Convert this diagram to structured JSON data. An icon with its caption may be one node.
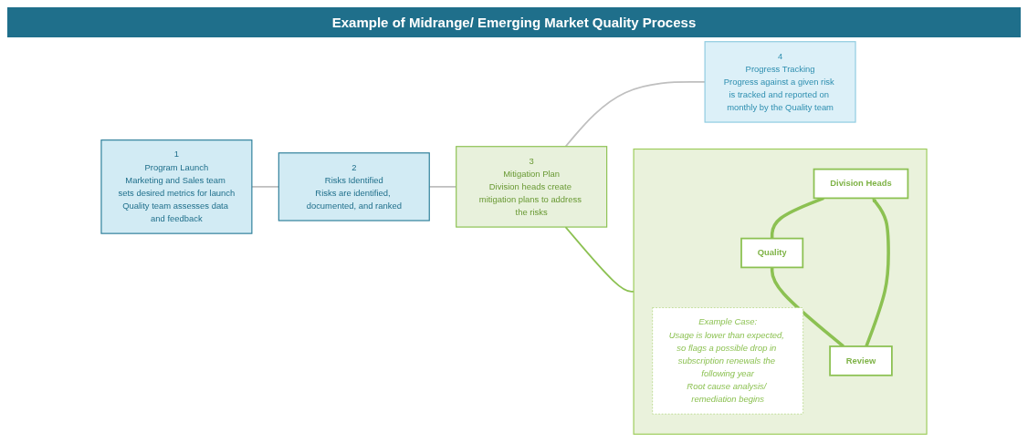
{
  "diagram": {
    "title": "Example of Midrange/ Emerging Market Quality Process",
    "nodes": [
      {
        "text": [
          "1",
          "Program Launch",
          "Marketing and Sales team sets desired metrics for launch",
          "Quality team assesses data and feedback"
        ]
      },
      {
        "text": [
          "2",
          "Risks Identified",
          "Risks are identified, documented, and ranked"
        ]
      },
      {
        "text": [
          "3",
          "Mitigation Plan",
          "Division heads create mitigation plans to address the risks"
        ]
      },
      {
        "text": [
          "4",
          "Progress Tracking",
          "Progress against a given risk is tracked and reported on monthly by the Quality team"
        ]
      },
      {
        "text": [],
        "shape": "box"
      },
      {
        "text": [
          "Example Case:",
          "Usage is lower than expected, so flags a possible drop in subscription renewals the following year",
          "Root cause analysis/ remediation begins"
        ],
        "in": 4
      },
      {
        "text": [
          "Division Heads"
        ],
        "in": 4
      },
      {
        "text": [
          "Quality"
        ],
        "in": 4
      },
      {
        "text": [
          "Review"
        ],
        "in": 4
      }
    ],
    "edges": [
      {
        "from": 0,
        "to": 1,
        "arrow": "none",
        "color": "#bfbfbf"
      },
      {
        "from": 1,
        "to": 2,
        "arrow": "none",
        "color": "#bfbfbf"
      },
      {
        "from": 2,
        "to": 3,
        "arrow": "none",
        "color": "#bfbfbf"
      },
      {
        "from": 2,
        "to": 4,
        "arrow": "none",
        "color": "#8cc152"
      },
      {
        "from": 6,
        "to": 7,
        "arrow": "none",
        "style": "thick",
        "color": "#8cc152"
      },
      {
        "from": 7,
        "to": 8,
        "arrow": "none",
        "style": "thick",
        "color": "#8cc152"
      },
      {
        "from": 8,
        "to": 6,
        "arrow": "to",
        "style": "thick",
        "color": "#8cc152"
      }
    ]
  }
}
